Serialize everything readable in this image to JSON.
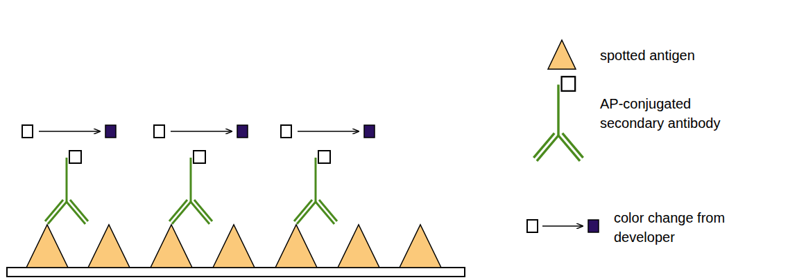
{
  "diagram": {
    "legend": [
      {
        "text": "spotted antigen"
      },
      {
        "text": "AP-conjugated secondary antibody"
      },
      {
        "text": "color change from developer"
      }
    ]
  }
}
